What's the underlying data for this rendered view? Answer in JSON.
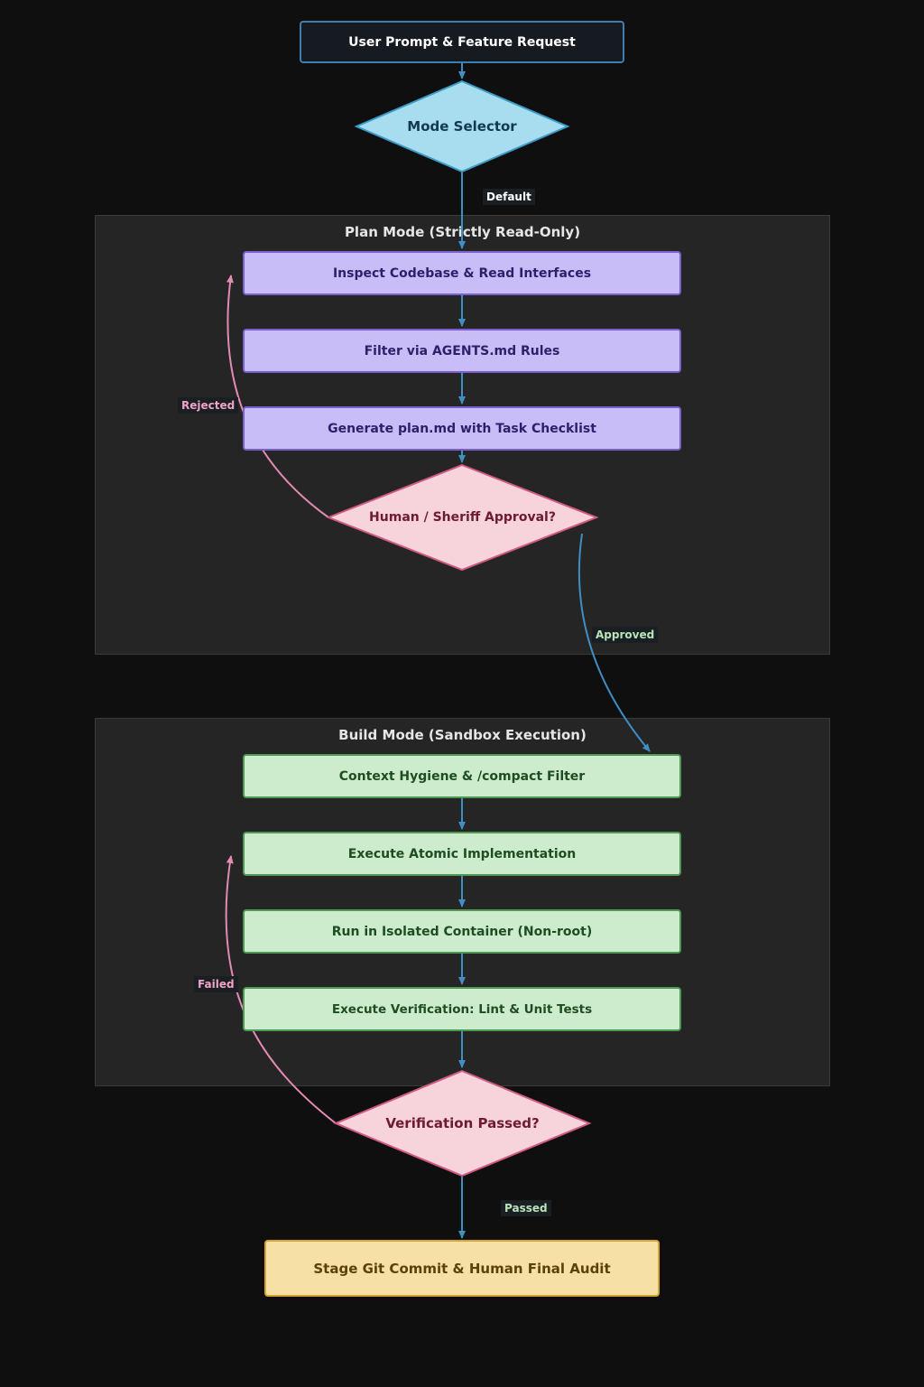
{
  "colors": {
    "background": "#0f0f0f",
    "group_fill": "#252525",
    "arrow_blue": "#3f8ec4",
    "arrow_pink": "#e48bb5",
    "plan_fill": "#c9bdf7",
    "build_fill": "#cdecce",
    "decision_fill": "#f7d4db",
    "selector_fill": "#a8dcef",
    "final_fill": "#f6e0a6"
  },
  "nodes": {
    "start": "User Prompt & Feature Request",
    "mode_selector": "Mode Selector",
    "inspect": "Inspect Codebase & Read Interfaces",
    "filter": "Filter via AGENTS.md Rules",
    "generate_plan": "Generate plan.md with Task Checklist",
    "approval": "Human / Sheriff Approval?",
    "context": "Context Hygiene & /compact Filter",
    "execute": "Execute Atomic Implementation",
    "run_container": "Run in Isolated Container (Non-root)",
    "verification": "Execute Verification: Lint & Unit Tests",
    "verification_passed": "Verification Passed?",
    "final": "Stage Git Commit & Human Final Audit"
  },
  "groups": {
    "plan_title": "Plan Mode (Strictly Read-Only)",
    "build_title": "Build Mode (Sandbox Execution)"
  },
  "edges": {
    "default": "Default",
    "rejected": "Rejected",
    "approved": "Approved",
    "failed": "Failed",
    "passed": "Passed"
  }
}
